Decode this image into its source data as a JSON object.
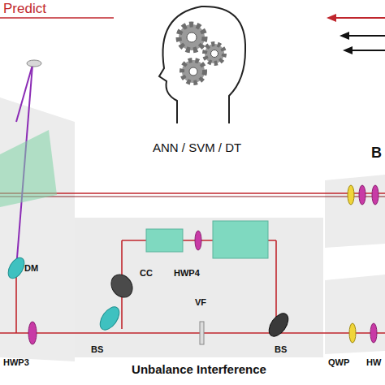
{
  "diagram": {
    "nodes": [
      {
        "text": [
          "Unbalance Interference"
        ]
      }
    ],
    "labels": [
      "Predict",
      "ANN / SVM / DT",
      "B",
      "DM",
      "CC",
      "HWP4",
      "HWP3",
      "BS",
      "VF",
      "BS",
      "QWP",
      "HW"
    ]
  }
}
